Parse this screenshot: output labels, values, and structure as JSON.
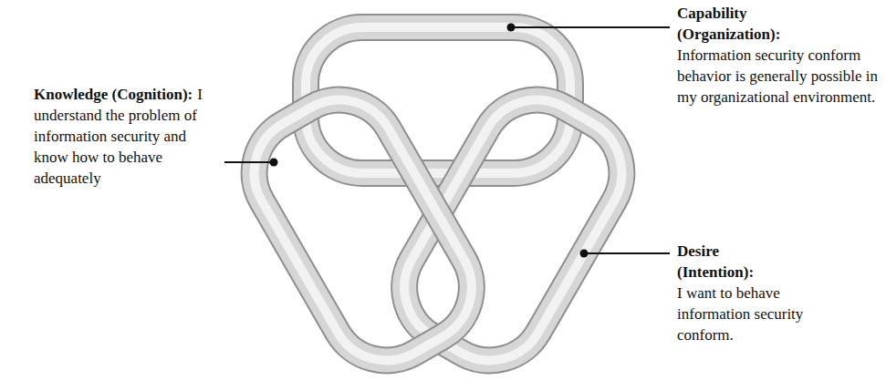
{
  "diagram": {
    "labels": [
      "Capability (Organization):",
      "Information security conform behavior is generally possible in my organizational environment.",
      "Knowledge (Cognition):",
      "I understand the problem of information security and know how to behave adequately",
      "Desire (Intention):",
      "I want to behave information security conform."
    ]
  }
}
